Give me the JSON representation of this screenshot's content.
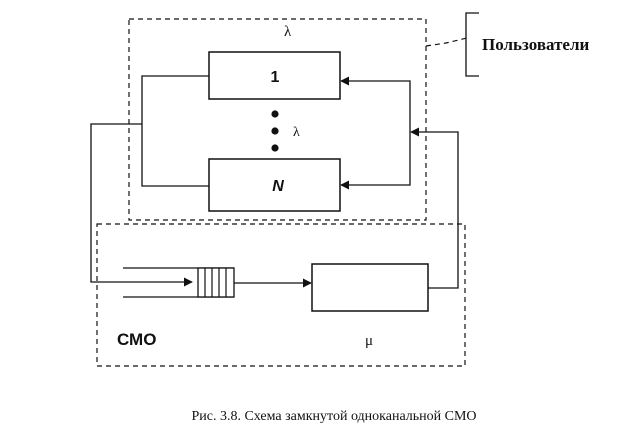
{
  "diagram": {
    "users_label": "Пользователи",
    "input_rate_top": "λ",
    "channel_first_label": "1",
    "channel_last_label": "N",
    "dots_rate_label": "λ",
    "smo_label": "СМО",
    "service_rate_label": "μ",
    "caption": "Рис. 3.8. Схема замкнутой одноканальной СМО"
  }
}
